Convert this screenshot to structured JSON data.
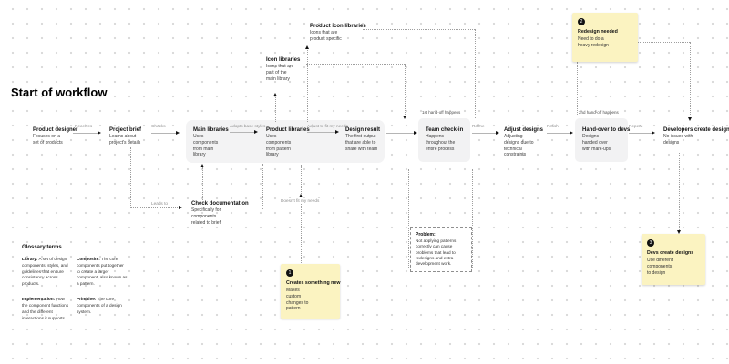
{
  "canvas": {
    "title": "Start of workflow"
  },
  "colors": {
    "sticky_yellow": "#FBF3C1",
    "box_gray": "#F2F2F3",
    "edge_label_gray": "#8C8C8C"
  },
  "flow": {
    "nodes": [
      {
        "title": "Product designer",
        "body": "Focuses on a set of products"
      },
      {
        "title": "Project brief",
        "body": "Learns about project's details"
      },
      {
        "title": "Main libraries",
        "body": "Uses components from main library"
      },
      {
        "title": "Product libraries",
        "body": "Uses components from pattern library"
      },
      {
        "title": "Design result",
        "body": "The first output that are able to share with team"
      },
      {
        "title": "Team check-in",
        "body": "Happens throughout the entire process",
        "overline": "1st hand-off happens"
      },
      {
        "title": "Adjust designs",
        "body": "Adjusting designs due to technical constraints"
      },
      {
        "title": "Hand-over to devs",
        "body": "Designs handed over with mark-ups",
        "overline": "2nd hand-off happens"
      },
      {
        "title": "Developers create designs",
        "body": "No issues with designs"
      }
    ],
    "edge_labels": [
      "Receives",
      "Checks",
      "Adopts base styles",
      "Adjust to fit my needs",
      "Refine",
      "Polish",
      "Repeat"
    ]
  },
  "annotations": {
    "product_icon_libraries": {
      "title": "Product icon libraries",
      "body": "Icons that are product specific"
    },
    "icon_libraries": {
      "title": "Icon libraries",
      "body": "Icons that are part of the main library"
    },
    "check_documentation": {
      "title": "Check documentation",
      "body": "Specifically for components related to brief"
    },
    "leads_to": "Leads to",
    "doesnt_fit": "Doesn't fit my needs"
  },
  "stickies": [
    {
      "number": "1",
      "title": "Creates something new",
      "body": "Makes custom changes to pattern"
    },
    {
      "number": "2",
      "title": "Redesign needed",
      "body": "Need to do a heavy redesign"
    },
    {
      "number": "3",
      "title": "Devs create designs",
      "body": "Use different components to design"
    }
  ],
  "problem_note": {
    "title": "Problem:",
    "body": "Not applying patterns correctly can cause problems that lead to redesigns and extra development work."
  },
  "glossary": {
    "title": "Glossary terms",
    "items": [
      {
        "term": "Library:",
        "def": " A set of design components, styles, and guidelines that ensure consistency across products."
      },
      {
        "term": "Composite:",
        "def": " The core components put together to create a larger component, also known as a pattern."
      },
      {
        "term": "Implementation:",
        "def": " How the component functions and the different interactions it supports."
      },
      {
        "term": "Primitive:",
        "def": " The core components of a design system."
      }
    ]
  }
}
